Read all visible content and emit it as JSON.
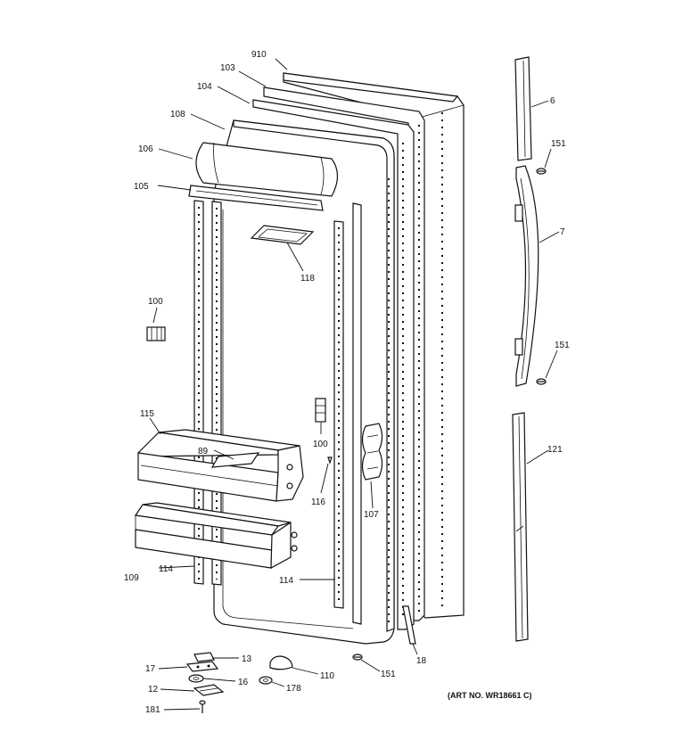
{
  "art_number": "(ART NO. WR18661 C)",
  "callouts": [
    {
      "id": "c910",
      "label": "910"
    },
    {
      "id": "c103",
      "label": "103"
    },
    {
      "id": "c104",
      "label": "104"
    },
    {
      "id": "c108",
      "label": "108"
    },
    {
      "id": "c106",
      "label": "106"
    },
    {
      "id": "c105",
      "label": "105"
    },
    {
      "id": "c118",
      "label": "118"
    },
    {
      "id": "c100a",
      "label": "100"
    },
    {
      "id": "c100b",
      "label": "100"
    },
    {
      "id": "c115",
      "label": "115"
    },
    {
      "id": "c89",
      "label": "89"
    },
    {
      "id": "c116",
      "label": "116"
    },
    {
      "id": "c107",
      "label": "107"
    },
    {
      "id": "c109",
      "label": "109"
    },
    {
      "id": "c114a",
      "label": "114"
    },
    {
      "id": "c114b",
      "label": "114"
    },
    {
      "id": "c6",
      "label": "6"
    },
    {
      "id": "c151a",
      "label": "151"
    },
    {
      "id": "c7",
      "label": "7"
    },
    {
      "id": "c151b",
      "label": "151"
    },
    {
      "id": "c121",
      "label": "121"
    },
    {
      "id": "c13",
      "label": "13"
    },
    {
      "id": "c17",
      "label": "17"
    },
    {
      "id": "c16",
      "label": "16"
    },
    {
      "id": "c12",
      "label": "12"
    },
    {
      "id": "c178",
      "label": "178"
    },
    {
      "id": "c181",
      "label": "181"
    },
    {
      "id": "c110",
      "label": "110"
    },
    {
      "id": "c151c",
      "label": "151"
    },
    {
      "id": "c18",
      "label": "18"
    }
  ]
}
